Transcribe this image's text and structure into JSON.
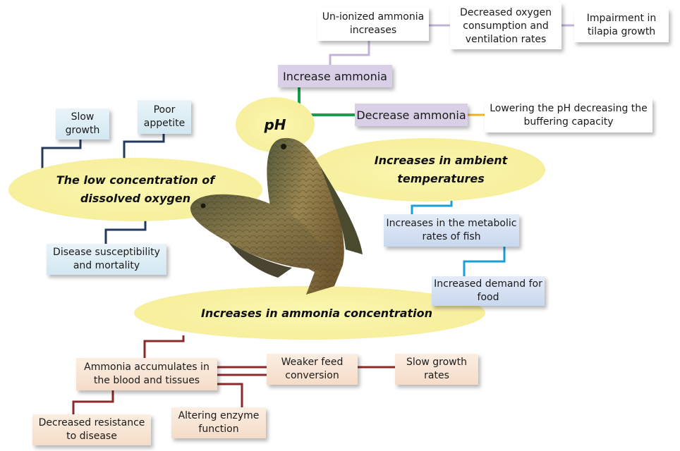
{
  "nodes": {
    "ph": "pH",
    "increase_ammonia": "Increase ammonia",
    "decrease_ammonia": "Decrease ammonia",
    "unionized_ammonia": "Un-ionized ammonia increases",
    "decreased_oxygen": "Decreased oxygen consumption and ventilation rates",
    "impairment_growth": "Impairment in tilapia growth",
    "lowering_ph": "Lowering the pH decreasing the buffering capacity",
    "low_oxygen": "The low concentration of dissolved oxygen",
    "slow_growth": "Slow growth",
    "poor_appetite": "Poor appetite",
    "disease_susceptibility": "Disease susceptibility and mortality",
    "ambient_temp": "Increases in ambient temperatures",
    "metabolic_rates": "Increases in the metabolic rates of fish",
    "increased_demand": "Increased demand for food",
    "ammonia_concentration": "Increases in ammonia concentration",
    "ammonia_accumulates": "Ammonia accumulates in the blood and tissues",
    "weaker_feed": "Weaker feed conversion",
    "slow_growth_rates": "Slow growth rates",
    "decreased_resistance": "Decreased resistance to disease",
    "altering_enzyme": "Altering enzyme function"
  },
  "colors": {
    "ellipse_fill": "#f7f0a0",
    "purple_box": "#d9cfe6",
    "green_line": "#13a04a",
    "orange_line": "#f0b323",
    "lavender_line": "#c3b3d6",
    "navy_line": "#233a5e",
    "cyan_line": "#1aa0d6",
    "maroon_line": "#8b2a2a"
  },
  "icons": [
    "tilapia-fish-illustration"
  ]
}
